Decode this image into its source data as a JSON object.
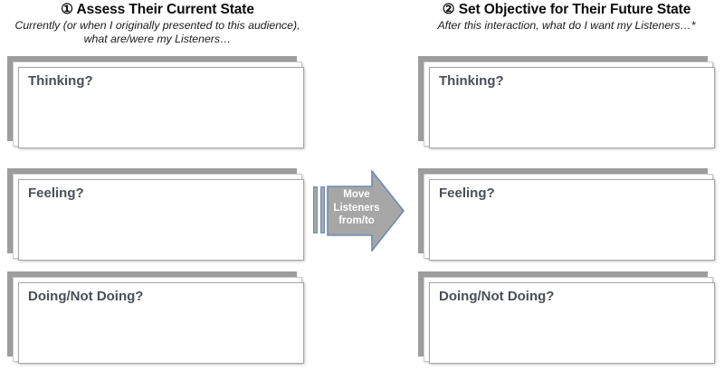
{
  "columns": [
    {
      "id": "current-state",
      "number": "①",
      "title": "① Assess Their Current State",
      "subtitle": "Currently (or when I originally presented to this audience), what are/were my Listeners…",
      "cards": [
        {
          "label": "Thinking?",
          "value": ""
        },
        {
          "label": "Feeling?",
          "value": ""
        },
        {
          "label": "Doing/Not Doing?",
          "value": ""
        }
      ]
    },
    {
      "id": "future-state",
      "number": "②",
      "title": "② Set Objective for Their Future State",
      "subtitle": "After this interaction, what do I want my Listeners…*",
      "cards": [
        {
          "label": "Thinking?",
          "value": ""
        },
        {
          "label": "Feeling?",
          "value": ""
        },
        {
          "label": "Doing/Not Doing?",
          "value": ""
        }
      ]
    }
  ],
  "arrow": {
    "line1": "Move",
    "line2": "Listeners",
    "line3": "from/to",
    "fill_color": "#a6a6a6",
    "stroke_color": "#6f8bb0",
    "text_color": "#ffffff"
  },
  "colors": {
    "card_label": "#4a4e58",
    "card_border": "#a6a6a6",
    "card_shadow_layer": "#9d9d9d",
    "title": "#0d0d0d",
    "background": "#ffffff"
  }
}
